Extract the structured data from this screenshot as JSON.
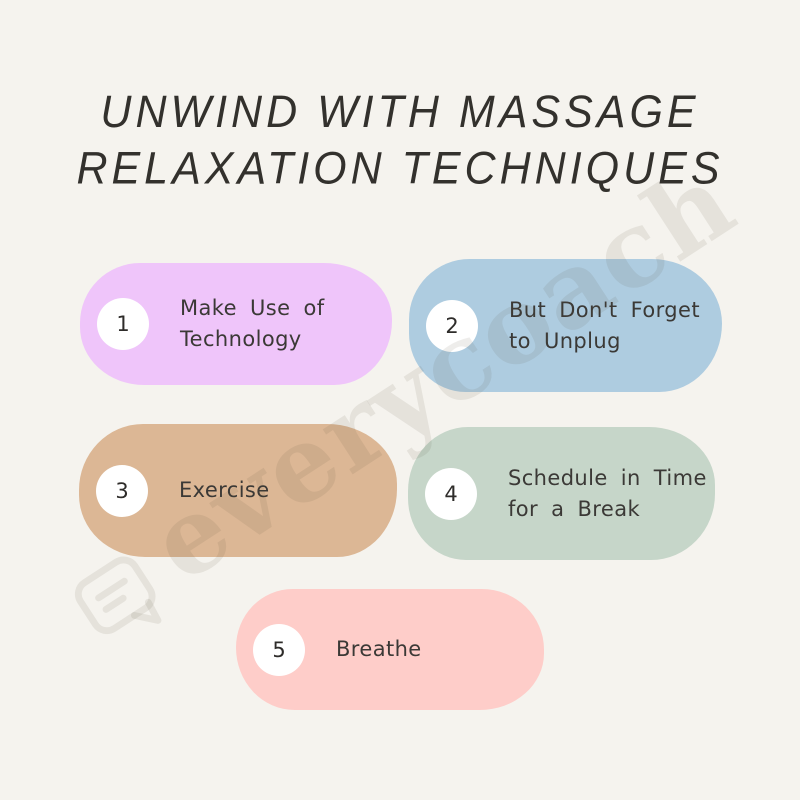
{
  "title": {
    "line1": "UNWIND WITH MASSAGE",
    "line2": "RELAXATION TECHNIQUES"
  },
  "watermark": {
    "text": "everycoach",
    "icon": "speech-bubble-icon"
  },
  "colors": {
    "background": "#f5f3ee",
    "title_text": "#33312d",
    "pill_text": "#3b3936",
    "badge_bg": "#ffffff",
    "badge_text": "#2e2c2a"
  },
  "steps": [
    {
      "number": "1",
      "label": "Make Use of\nTechnology",
      "color": "#efc5fa"
    },
    {
      "number": "2",
      "label": "But Don't Forget\nto Unplug",
      "color": "#aecce0"
    },
    {
      "number": "3",
      "label": "Exercise",
      "color": "#dcb795"
    },
    {
      "number": "4",
      "label": "Schedule in Time\nfor a Break",
      "color": "#c6d6c9"
    },
    {
      "number": "5",
      "label": "Breathe",
      "color": "#fecdc9"
    }
  ]
}
